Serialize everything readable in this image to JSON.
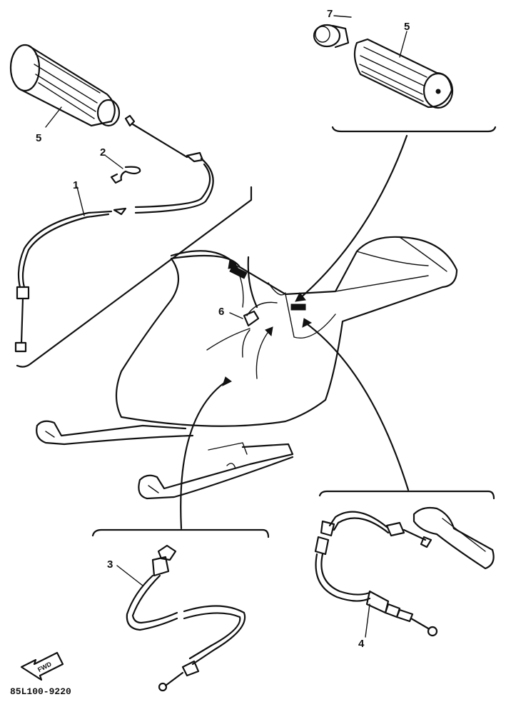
{
  "diagram": {
    "callouts": [
      {
        "id": "callout-7",
        "text": "7"
      },
      {
        "id": "callout-5-right",
        "text": "5"
      },
      {
        "id": "callout-5-left",
        "text": "5"
      },
      {
        "id": "callout-2",
        "text": "2"
      },
      {
        "id": "callout-1",
        "text": "1"
      },
      {
        "id": "callout-6",
        "text": "6"
      },
      {
        "id": "callout-3",
        "text": "3"
      },
      {
        "id": "callout-4",
        "text": "4"
      }
    ],
    "fwd_label": "FWD",
    "drawing_code": "85L100-9220"
  }
}
